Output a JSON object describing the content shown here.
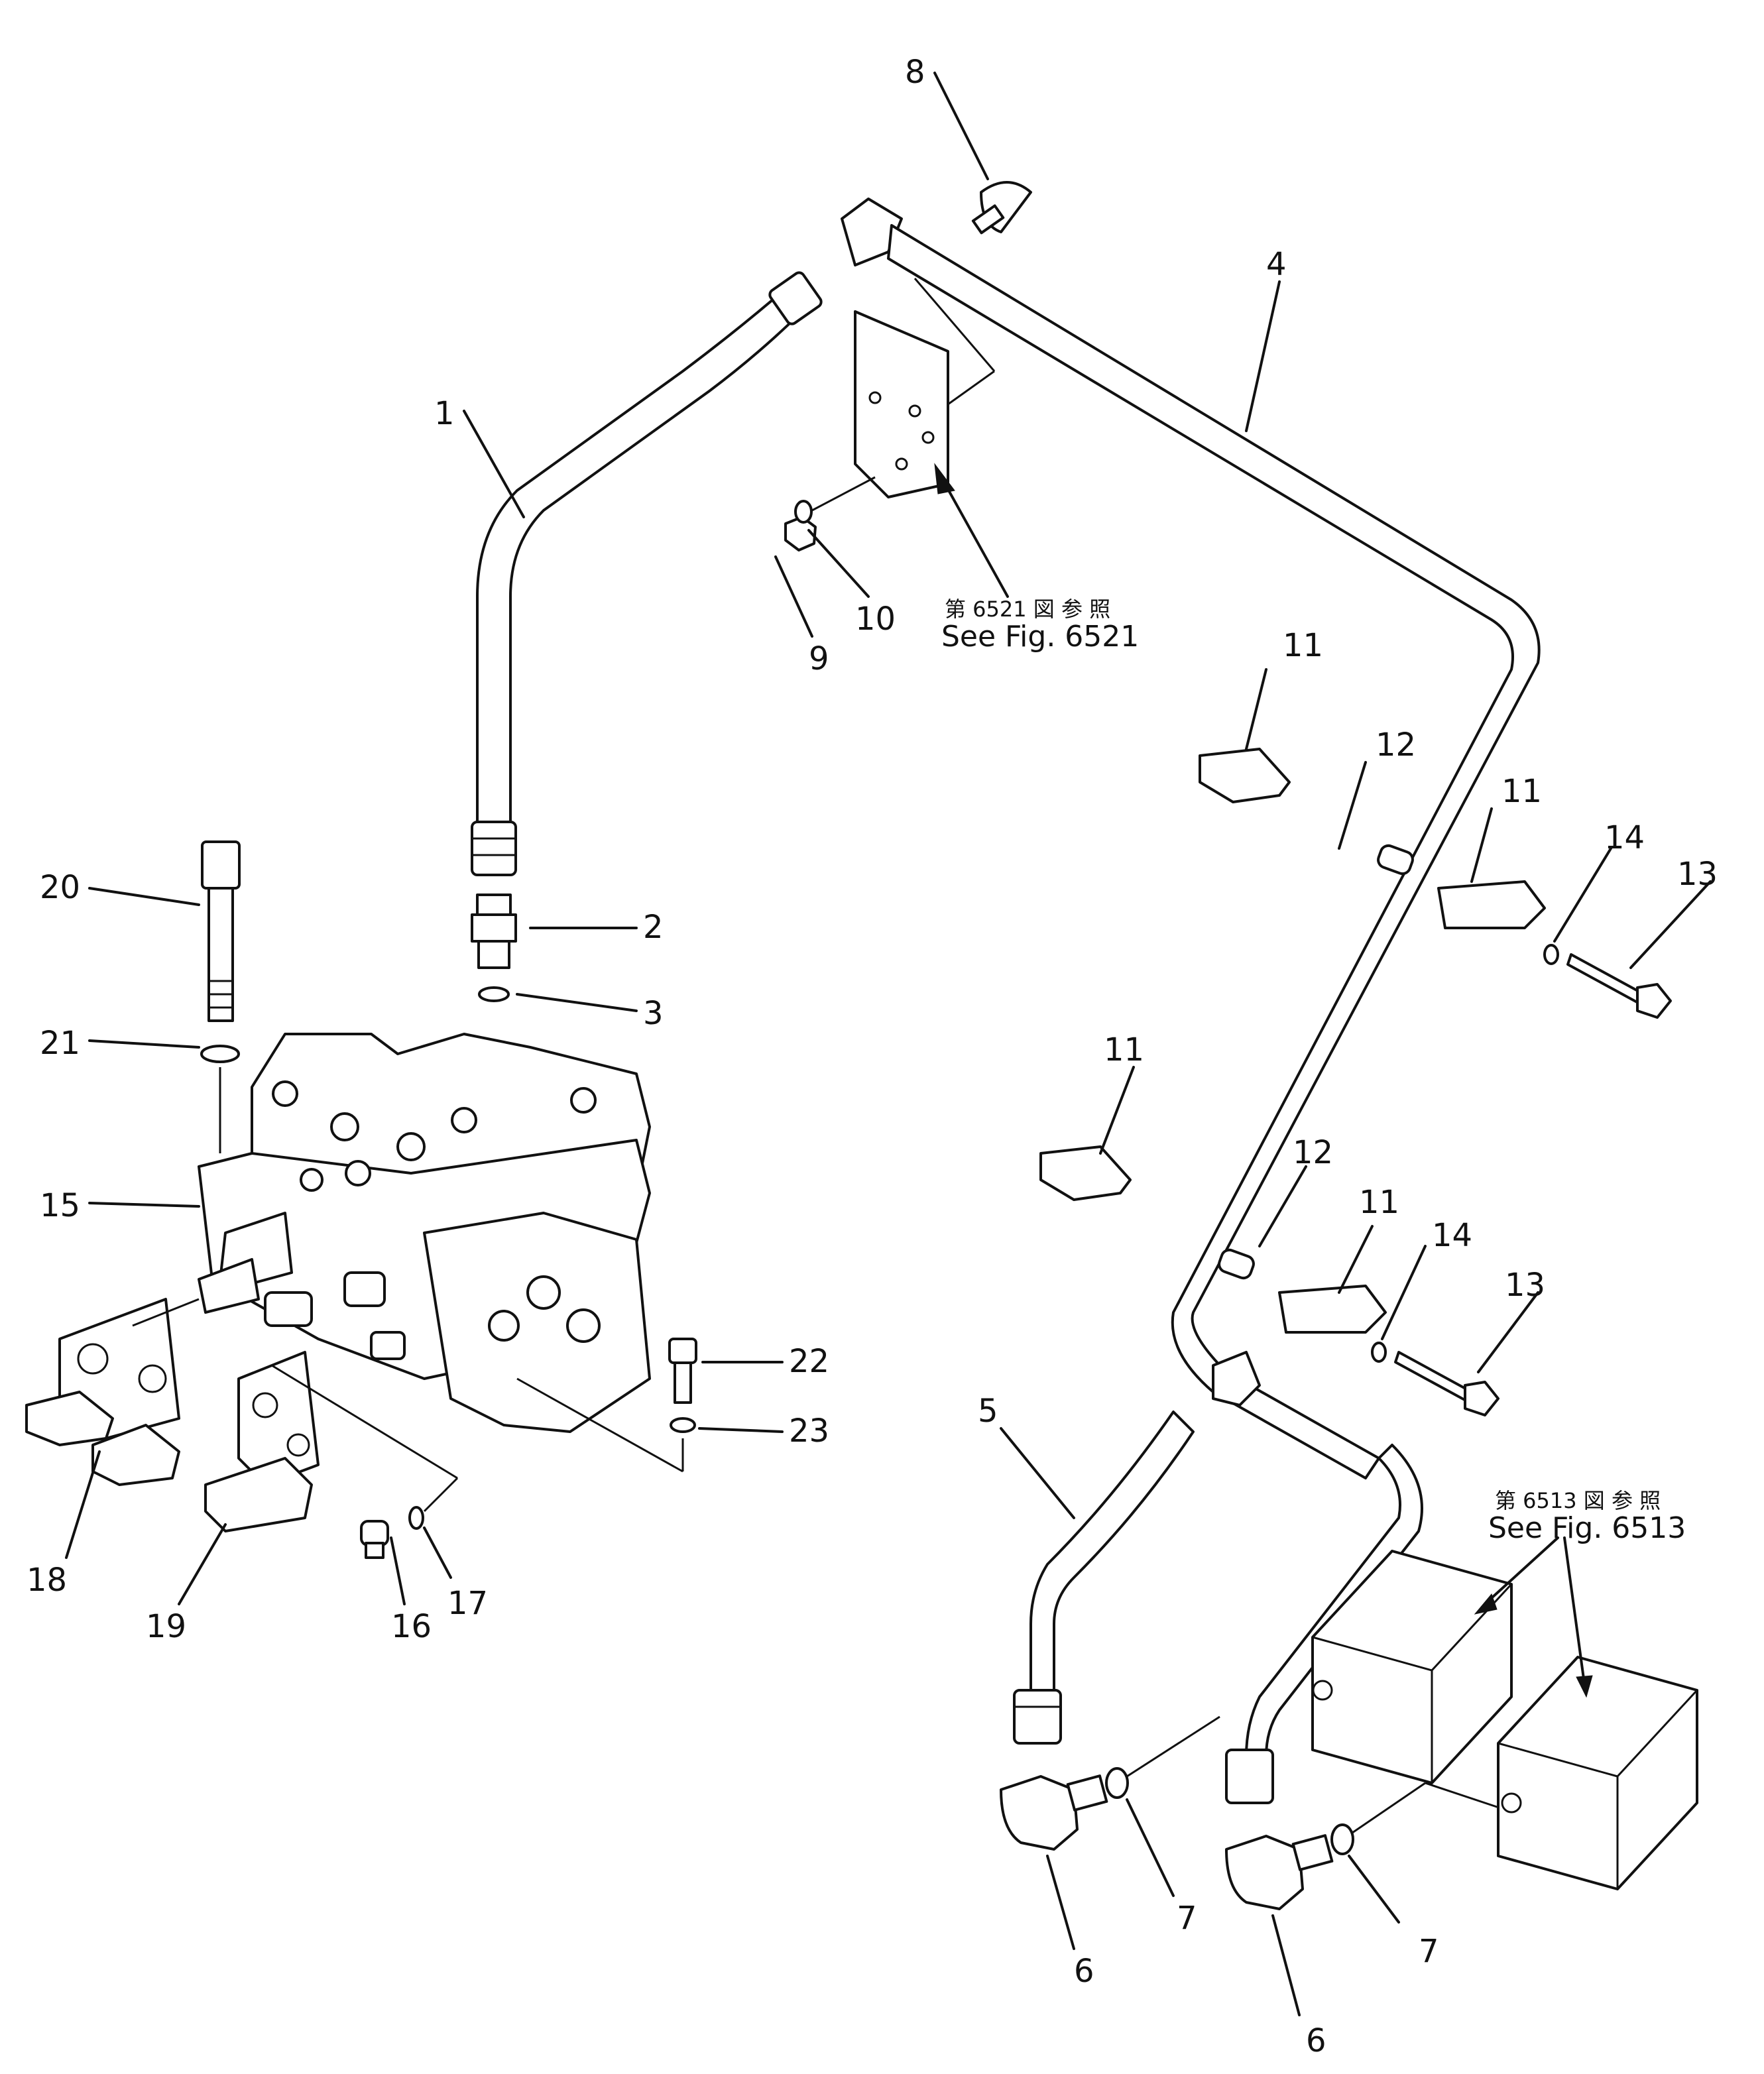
{
  "labels": {
    "p1": "1",
    "p2": "2",
    "p3": "3",
    "p4": "4",
    "p5": "5",
    "p6a": "6",
    "p6b": "6",
    "p7a": "7",
    "p7b": "7",
    "p8": "8",
    "p9": "9",
    "p10": "10",
    "p11a": "11",
    "p11b": "11",
    "p11c": "11",
    "p11d": "11",
    "p12a": "12",
    "p12b": "12",
    "p13a": "13",
    "p13b": "13",
    "p14a": "14",
    "p14b": "14",
    "p15": "15",
    "p16": "16",
    "p17": "17",
    "p18": "18",
    "p19": "19",
    "p20": "20",
    "p21": "21",
    "p22": "22",
    "p23": "23"
  },
  "references": {
    "fig6521": {
      "jp": "第 6521 図 参 照",
      "en": "See Fig. 6521"
    },
    "fig6513": {
      "jp": "第 6513 図 参 照",
      "en": "See Fig. 6513"
    }
  }
}
